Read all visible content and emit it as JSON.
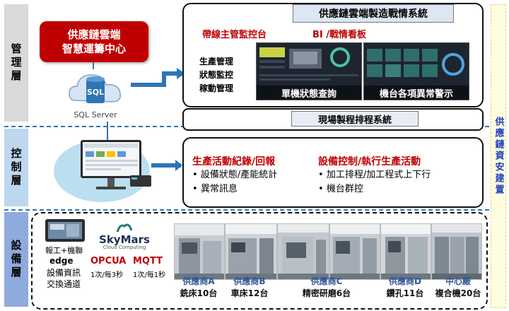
{
  "layers": {
    "management": "管理層",
    "control": "控制層",
    "device": "設備層"
  },
  "side_banner": "供應鏈資安建置",
  "cloud_center": {
    "line1": "供應鏈雲端",
    "line2": "智慧運籌中心"
  },
  "sql_server": {
    "icon_text": "SQL",
    "label": "SQL Server"
  },
  "management": {
    "system_title": "供應鏈雲端製造戰情系統",
    "heading_left": "帶線主管監控台",
    "heading_right": "BI /戰情看板",
    "items": [
      "生產管理",
      "狀態監控",
      "稼動管理"
    ],
    "screen_left_caption": "單機狀態查詢",
    "screen_right_caption": "機台各項異常警示"
  },
  "scheduling": {
    "title": "現場製程排程系統"
  },
  "control": {
    "col_left": {
      "heading": "生產活動紀錄/回報",
      "bullets": [
        "設備狀態/產能統計",
        "異常訊息"
      ]
    },
    "col_right": {
      "heading": "設備控制/執行生產活動",
      "bullets": [
        "加工排程/加工程式上下行",
        "機台群控"
      ]
    }
  },
  "device": {
    "report_label": "報工+機聯",
    "brand_name": "SkyMars",
    "brand_sub": "Cloud Computing",
    "edge_label": "edge",
    "edge_desc1": "設備資訊",
    "edge_desc2": "交換通道",
    "protocols": [
      {
        "name": "OPCUA",
        "rate": "1次/每3秒"
      },
      {
        "name": "MQTT",
        "rate": "1次/每1秒"
      }
    ],
    "vendors": [
      {
        "name": "供應商A",
        "detail": "銑床10台"
      },
      {
        "name": "供應商B",
        "detail": "車床12台"
      },
      {
        "name": "供應商C",
        "detail": "精密研磨6台"
      },
      {
        "name": "供應商D",
        "detail": "鑽孔11台"
      },
      {
        "name": "中心廠",
        "detail": "複合機20台"
      }
    ]
  },
  "colors": {
    "accent_red": "#c00000",
    "accent_blue": "#2e75b6",
    "vendor_blue": "#2f5597"
  }
}
